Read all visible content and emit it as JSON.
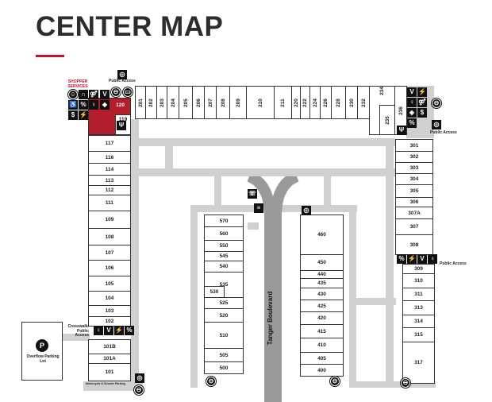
{
  "title": "CENTER MAP",
  "labels": {
    "shopper_services": "SHOPPER SERVICES",
    "public_access": "Public Access",
    "crosswalk": "Crosswalk/ Public Access",
    "overflow": "Overflow Parking Lot",
    "parking_symbol": "P",
    "motorcycle": "Motorcycle & Scooter Parking",
    "boulevard": "Tanger Boulevard"
  },
  "colors": {
    "accent": "#c8102e",
    "road": "#d0d0d0",
    "boulevard": "#9a9a9a"
  },
  "units": {
    "top_row": [
      "201",
      "202",
      "203",
      "204",
      "205",
      "206",
      "207",
      "208",
      "209",
      "210",
      "211",
      "220",
      "222",
      "224",
      "226",
      "228",
      "230",
      "232",
      "234",
      "235",
      "236"
    ],
    "left_column": [
      "120",
      "119",
      "117",
      "116",
      "114",
      "113",
      "112",
      "111",
      "109",
      "108",
      "107",
      "106",
      "105",
      "104",
      "103",
      "102",
      "101B",
      "101A",
      "101"
    ],
    "right_upper": [
      "301",
      "302",
      "303",
      "304",
      "305",
      "306",
      "307A",
      "307",
      "308"
    ],
    "right_lower": [
      "309",
      "310",
      "311",
      "313",
      "314",
      "315",
      "317"
    ],
    "center_left": [
      "570",
      "560",
      "550",
      "545",
      "540",
      "535",
      "530",
      "525",
      "520",
      "510",
      "505",
      "500"
    ],
    "center_right": [
      "460",
      "450",
      "440",
      "435",
      "430",
      "425",
      "420",
      "415",
      "410",
      "405",
      "400"
    ]
  },
  "icons": [
    "shopper-services-icon",
    "restroom-icon",
    "family-restroom-icon",
    "accessible-icon",
    "discount-icon",
    "atm-icon",
    "vending-icon",
    "charging-icon",
    "gift-card-icon",
    "dining-icon",
    "bike-rack-icon",
    "bus-icon",
    "rideshare-icon",
    "phone-icon",
    "locker-icon"
  ]
}
